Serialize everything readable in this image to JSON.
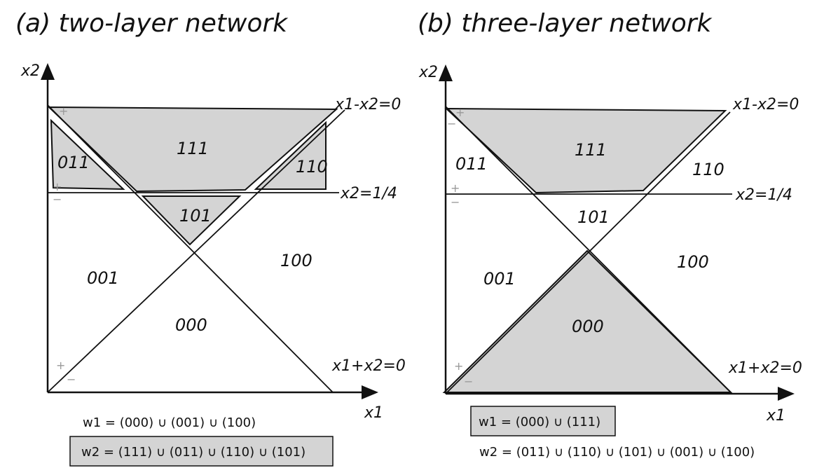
{
  "panel_a": {
    "title": "(a) two-layer network",
    "axis_y": "x2",
    "axis_x": "x1",
    "line_diag1": "x1-x2=0",
    "line_diag2": "x1+x2=0",
    "line_h": "x2=1/4",
    "regions": {
      "r111": "111",
      "r011": "011",
      "r110": "110",
      "r101": "101",
      "r100": "100",
      "r001": "001",
      "r000": "000"
    },
    "signs": {
      "plus": "+",
      "minus": "−"
    },
    "w1": "w1 = (000) ∪ (001) ∪ (100)",
    "w2": "w2 = (111) ∪ (011) ∪ (110) ∪ (101)"
  },
  "panel_b": {
    "title": "(b) three-layer network",
    "axis_y": "x2",
    "axis_x": "x1",
    "line_diag1": "x1-x2=0",
    "line_diag2": "x1+x2=0",
    "line_h": "x2=1/4",
    "regions": {
      "r111": "111",
      "r011": "011",
      "r110": "110",
      "r101": "101",
      "r100": "100",
      "r001": "001",
      "r000": "000"
    },
    "signs": {
      "plus": "+",
      "minus": "−"
    },
    "w1": "w1 = (000) ∪ (111)",
    "w2": "w2 = (011) ∪ (110) ∪ (101) ∪ (001) ∪ (100)"
  },
  "colors": {
    "shade": "#d4d4d4",
    "ink": "#111111",
    "sign": "#999999"
  }
}
